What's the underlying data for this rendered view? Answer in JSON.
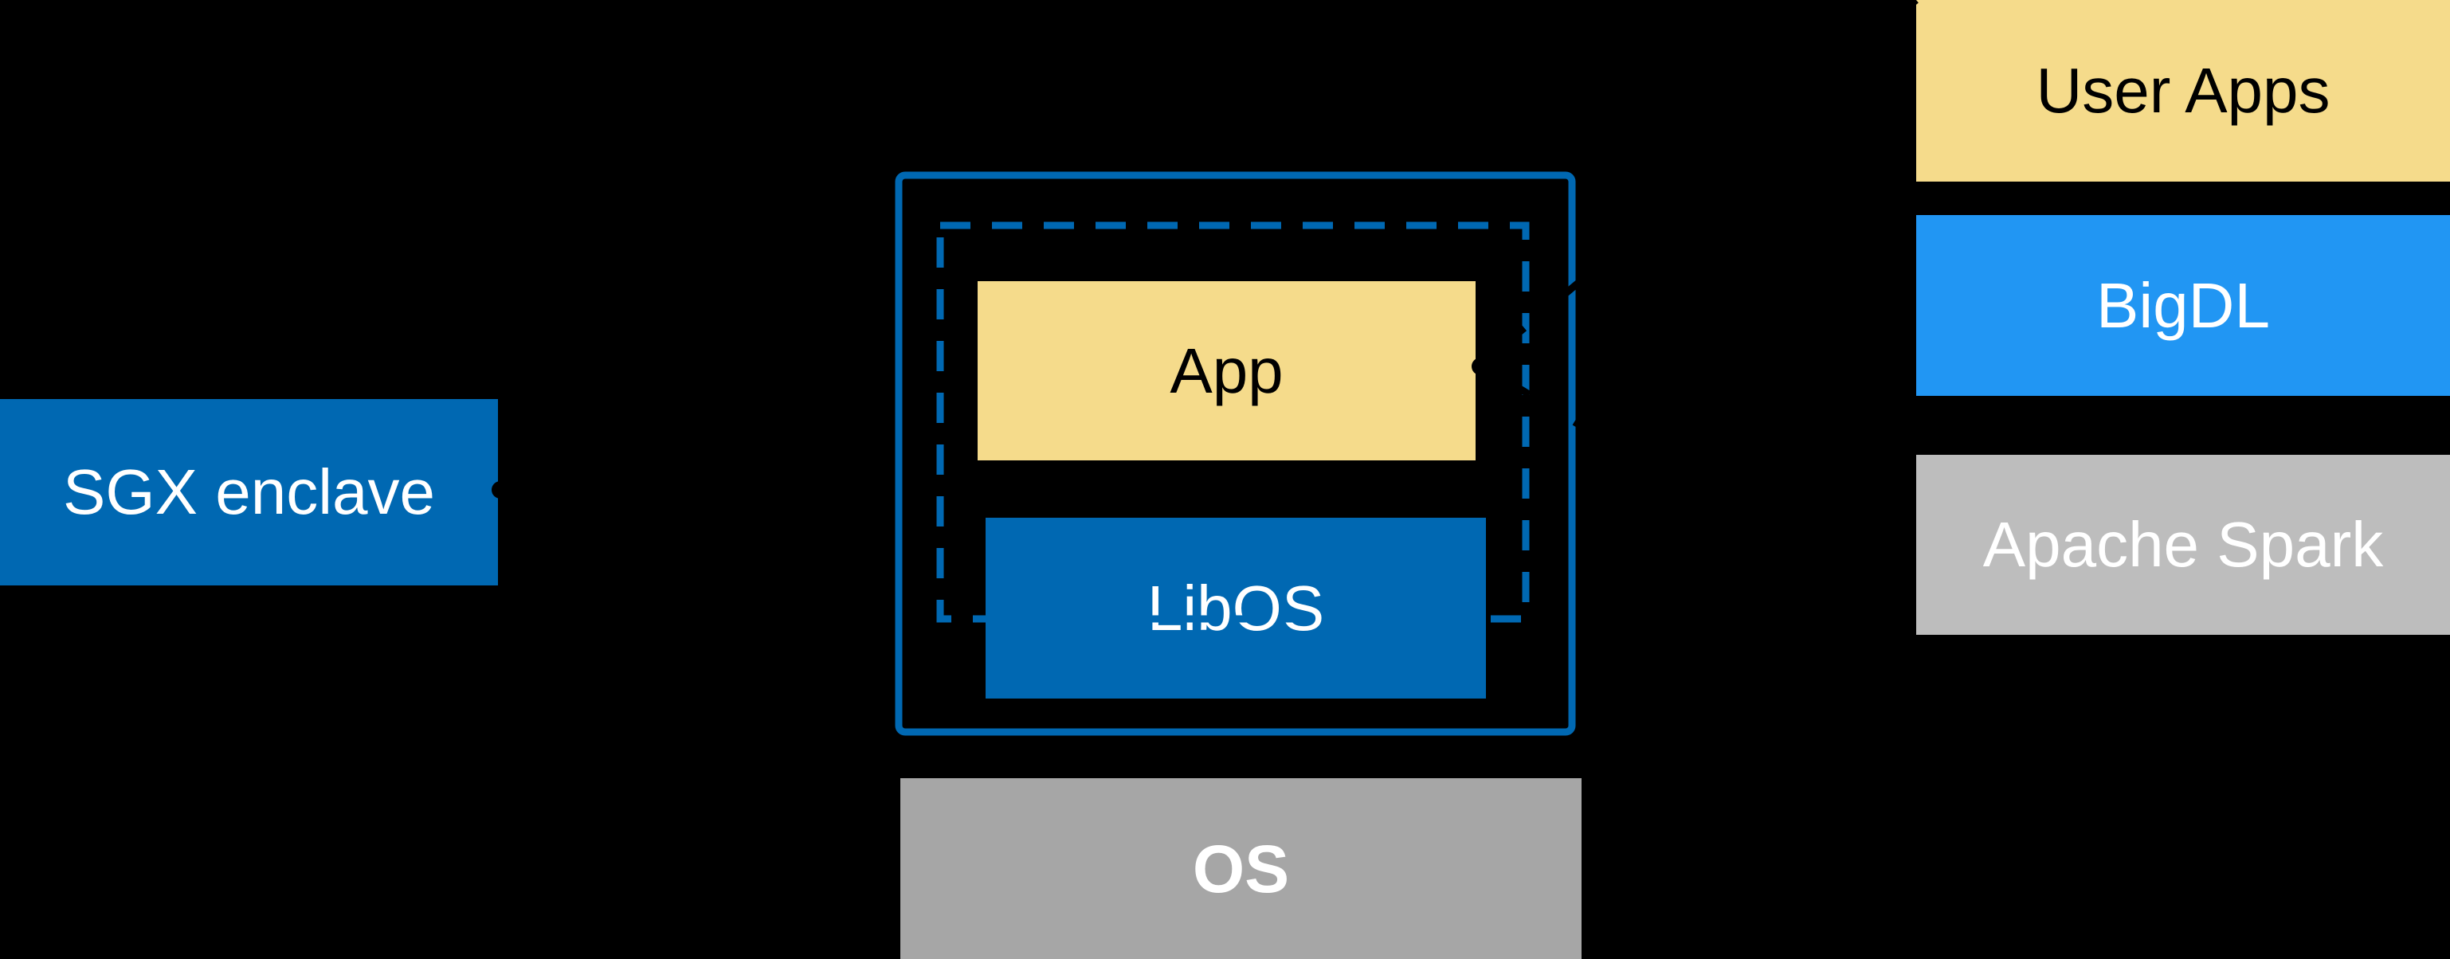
{
  "diagram": {
    "left": {
      "sgx_label": "SGX enclave"
    },
    "center": {
      "app_label": "App",
      "libos_label": "LibOS",
      "os_label": "OS"
    },
    "right_stack": [
      {
        "label": "User Apps"
      },
      {
        "label": "BigDL"
      },
      {
        "label": "Apache Spark"
      }
    ]
  },
  "connectors": {
    "sgx_pointer": "dot-dashed-line",
    "stack_to_app_upper": "dashed-callout",
    "stack_to_app_lower": "dashed-callout"
  },
  "colors": {
    "bg": "#000000",
    "intel_blue": "#0068B2",
    "bigdl_blue": "#2196F3",
    "app_yellow": "#F5DB8B",
    "spark_gray": "#BDBDBD",
    "os_gray": "#A6A6A6",
    "text_light": "#FFFFFF",
    "text_dark": "#000000",
    "line_black": "#000000"
  }
}
